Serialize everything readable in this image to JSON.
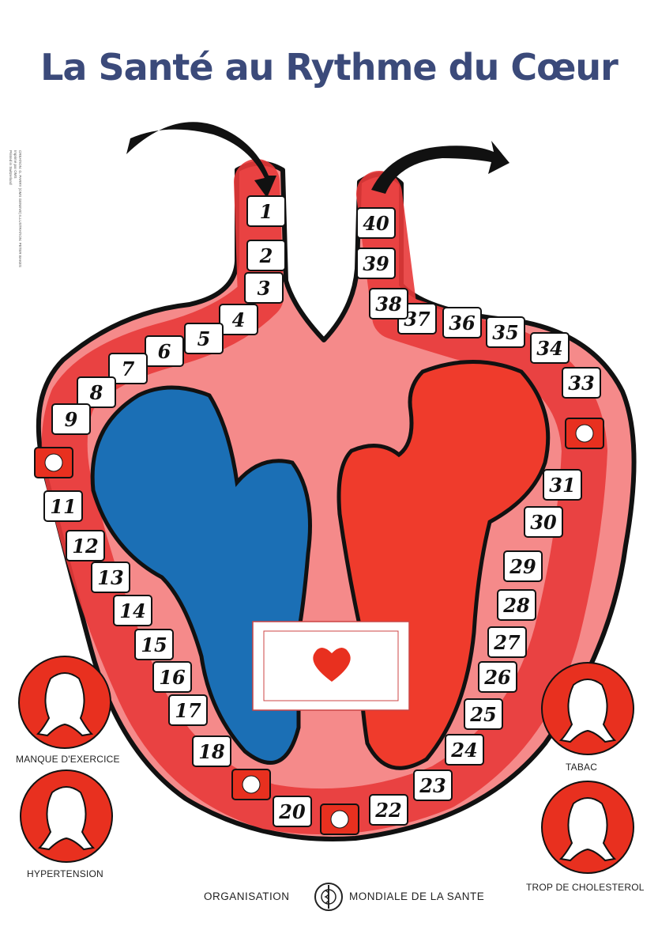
{
  "title": "La Santé au Rythme du Cœur",
  "credits": [
    "CREATION: G. PARRY (OMS GENEVE)   ILLUSTRATION: PETER BAKES",
    "Imprimé par OMS",
    "Printed in Switzerland"
  ],
  "colors": {
    "heart_outer": "#e83a3a",
    "heart_inner": "#f58a8a",
    "left_chamber": "#1b6fb5",
    "right_chamber": "#ef3b2c",
    "title": "#3b4a7a"
  },
  "board": {
    "start_square": "1",
    "end_square": "40",
    "squares": [
      "1",
      "2",
      "3",
      "4",
      "5",
      "6",
      "7",
      "8",
      "9",
      "",
      "11",
      "12",
      "13",
      "14",
      "15",
      "16",
      "17",
      "18",
      "",
      "20",
      "",
      "22",
      "23",
      "24",
      "25",
      "26",
      "27",
      "28",
      "29",
      "30",
      "31",
      "",
      "33",
      "34",
      "35",
      "36",
      "37",
      "38",
      "39",
      "40"
    ],
    "picture_squares": [
      {
        "square": 10,
        "icon": "couch-potato-icon"
      },
      {
        "square": 19,
        "icon": "stressed-figure-icon"
      },
      {
        "square": 21,
        "icon": "cholesterol-blob-icon"
      },
      {
        "square": 32,
        "icon": "smoking-dragon-icon"
      }
    ],
    "center_card_icon": "heart-icon"
  },
  "risks": [
    {
      "label": "MANQUE D'EXERCICE",
      "icon": "couch-potato-icon"
    },
    {
      "label": "HYPERTENSION",
      "icon": "stressed-figure-icon"
    },
    {
      "label": "TABAC",
      "icon": "smoking-dragon-icon"
    },
    {
      "label": "TROP DE CHOLESTEROL",
      "icon": "cholesterol-blob-icon"
    }
  ],
  "footer": {
    "left": "ORGANISATION",
    "right": "MONDIALE DE LA SANTE",
    "emblem_icon": "who-emblem-icon"
  }
}
